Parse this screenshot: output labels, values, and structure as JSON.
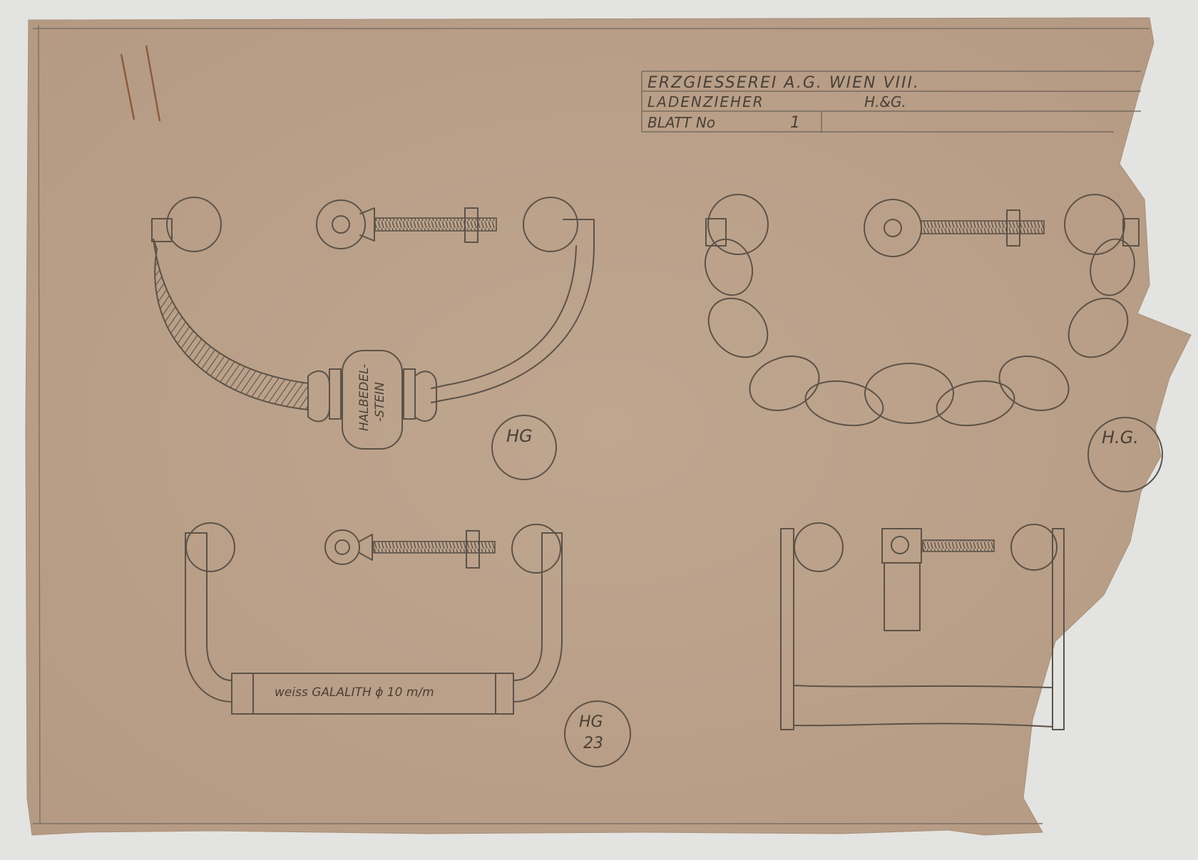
{
  "title_block": {
    "row1": "ERZGIESSEREI A.G. WIEN VIII.",
    "row2_left": "LADENZIEHER",
    "row2_right": "H.&G.",
    "row3_label": "BLATT No",
    "row3_value": "1"
  },
  "annotations": {
    "gem_line1": "HALBEDEL-",
    "gem_line2": "-STEIN",
    "bar_label": "weiss GALALITH ϕ 10 m/m",
    "stamp_1": "HG",
    "stamp_2": "H.G.",
    "stamp_3_line1": "HG",
    "stamp_3_line2": "23"
  },
  "colors": {
    "paper": "#bfa48c",
    "ink": "#5c5248",
    "background": "#e3e3e1"
  }
}
